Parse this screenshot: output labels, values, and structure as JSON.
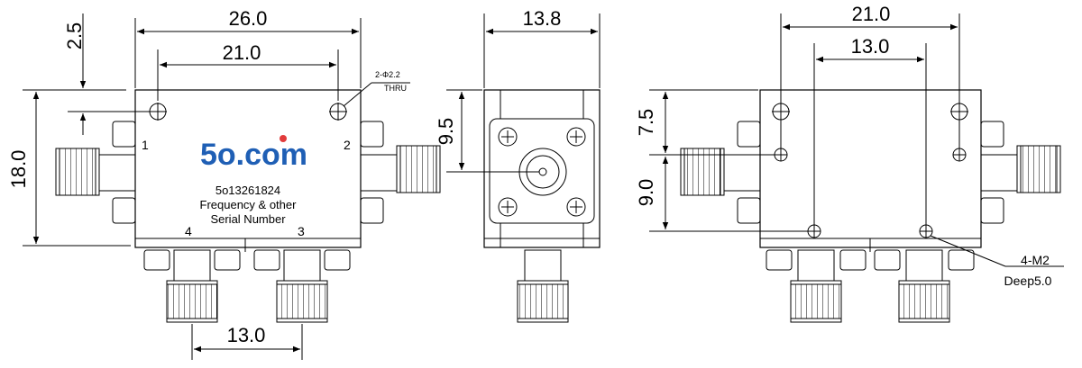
{
  "front_view": {
    "dim_top_width": "26.0",
    "dim_hole_spacing": "21.0",
    "dim_hole_offset": "2.5",
    "dim_height": "18.0",
    "dim_port_spacing": "13.0",
    "hole_note_line1": "2-Φ2.2",
    "hole_note_line2": "THRU",
    "port_1": "1",
    "port_2": "2",
    "port_3": "3",
    "port_4": "4",
    "logo_text": "5o.com",
    "part_number": "5o13261824",
    "label_line2": "Frequency & other",
    "label_line3": "Serial Number"
  },
  "side_view": {
    "dim_width": "13.8",
    "dim_connector_height": "9.5"
  },
  "back_view": {
    "dim_outer_holes": "21.0",
    "dim_inner_holes": "13.0",
    "dim_vertical_top": "7.5",
    "dim_vertical_bottom": "9.0",
    "thread_note_line1": "4-M2",
    "thread_note_line2": "Deep5.0"
  },
  "colors": {
    "logo_blue": "#1f5fb5",
    "logo_dot_red": "#e23b3b"
  }
}
